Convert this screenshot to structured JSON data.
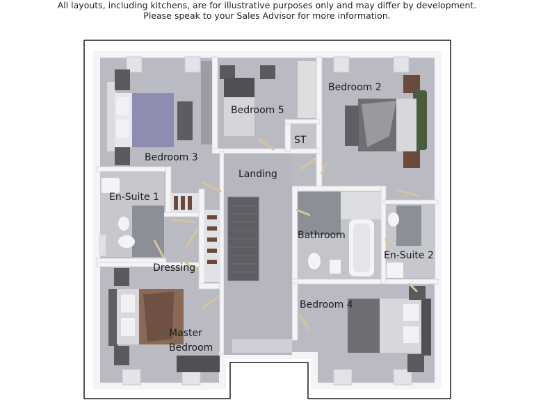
{
  "disclaimer": {
    "line1": "All layouts, including kitchens, are for illustrative purposes only and may differ by development.",
    "line2": "Please speak to your Sales Advisor for more information."
  },
  "rooms": {
    "bedroom2": "Bedroom 2",
    "bedroom3": "Bedroom 3",
    "bedroom4": "Bedroom 4",
    "bedroom5": "Bedroom 5",
    "storage": "ST",
    "landing": "Landing",
    "ensuite1": "En-Suite 1",
    "ensuite2": "En-Suite 2",
    "bathroom": "Bathroom",
    "dressing": "Dressing",
    "master_line1": "Master",
    "master_line2": "Bedroom"
  },
  "colors": {
    "outline": "#1a1a1a",
    "floor": "#b9bac2",
    "wall": "#f4f4f6",
    "tile": "#8d8f97",
    "bed_grey": "#6f6f73",
    "bed_lilac": "#8e8cb0",
    "bed_green": "#4a5c3c",
    "brown": "#8a6a55",
    "door": "#d9c49b"
  }
}
